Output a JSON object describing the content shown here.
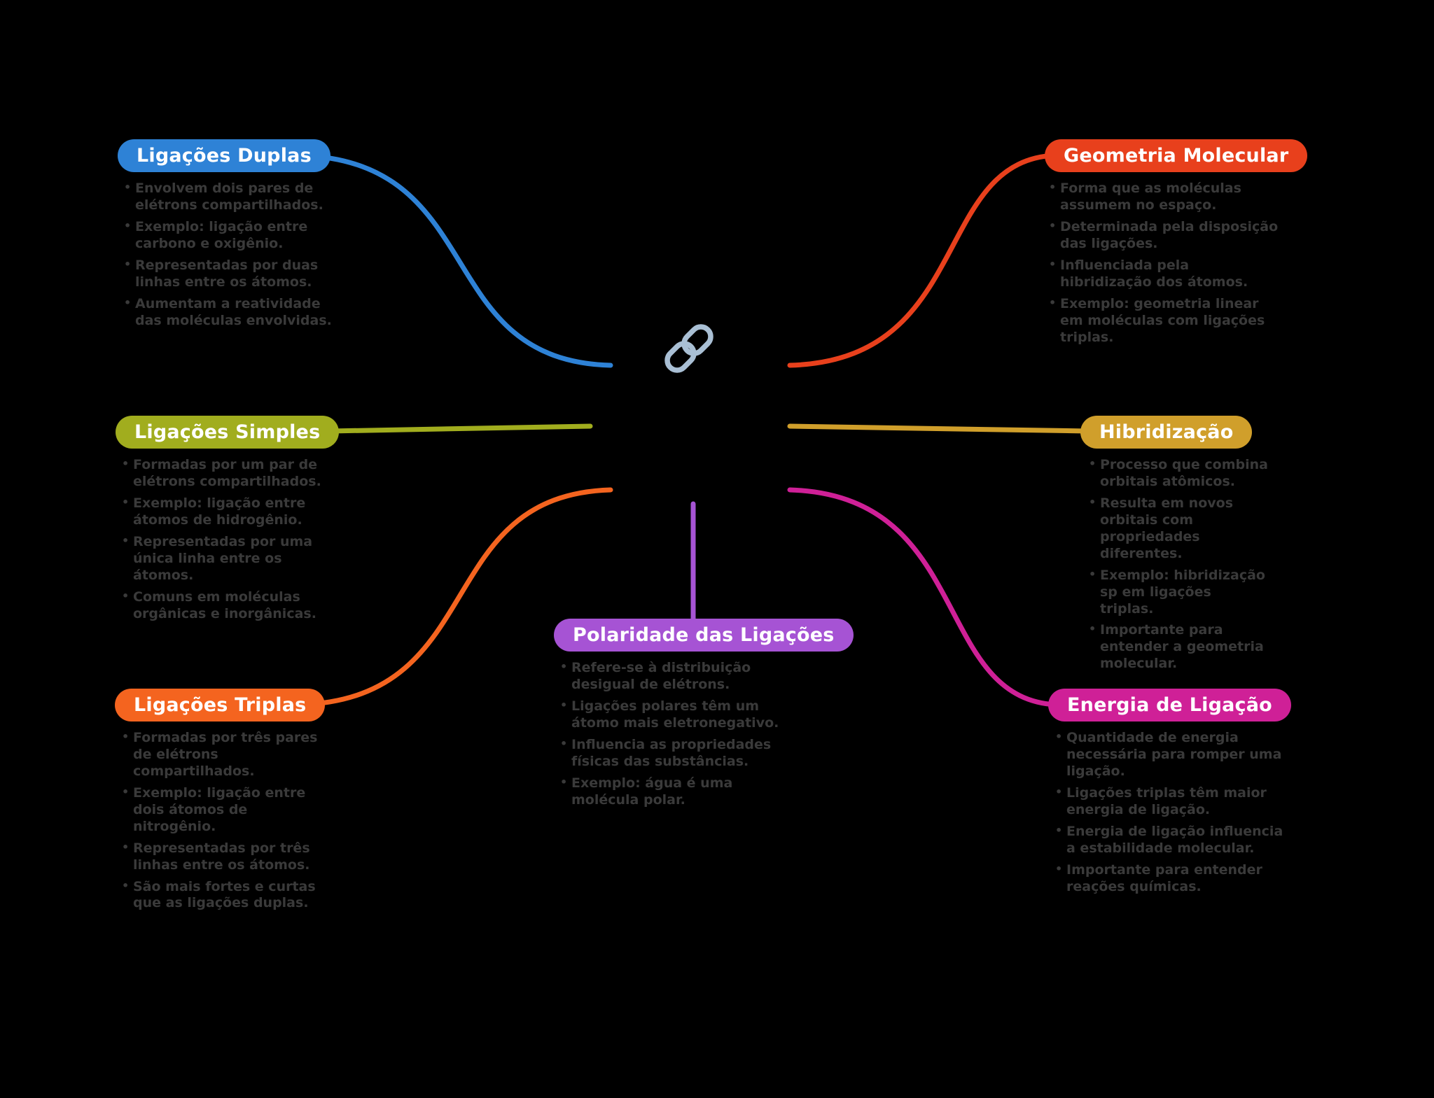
{
  "canvas": {
    "background": "#000000",
    "text_color": "#3a3a3a"
  },
  "center": {
    "icon": "chain-link-icon",
    "icon_color": "#a9bfd4"
  },
  "branches": {
    "duplas": {
      "title": "Ligações Duplas",
      "color": "#2e82d6",
      "bullets": [
        "Envolvem dois pares de elétrons compartilhados.",
        "Exemplo: ligação entre carbono e oxigênio.",
        "Representadas por duas linhas entre os átomos.",
        "Aumentam a reatividade das moléculas envolvidas."
      ]
    },
    "simples": {
      "title": "Ligações Simples",
      "color": "#a1ad1e",
      "bullets": [
        "Formadas por um par de elétrons compartilhados.",
        "Exemplo: ligação entre átomos de hidrogênio.",
        "Representadas por uma única linha entre os átomos.",
        "Comuns em moléculas orgânicas e inorgânicas."
      ]
    },
    "triplas": {
      "title": "Ligações Triplas",
      "color": "#f4641f",
      "bullets": [
        "Formadas por três pares de elétrons compartilhados.",
        "Exemplo: ligação entre dois átomos de nitrogênio.",
        "Representadas por três linhas entre os átomos.",
        "São mais fortes e curtas que as ligações duplas."
      ]
    },
    "geometria": {
      "title": "Geometria Molecular",
      "color": "#e8401c",
      "bullets": [
        "Forma que as moléculas assumem no espaço.",
        "Determinada pela disposição das ligações.",
        "Influenciada pela hibridização dos átomos.",
        "Exemplo: geometria linear em moléculas com ligações triplas."
      ]
    },
    "hibridizacao": {
      "title": "Hibridização",
      "color": "#d09f2b",
      "bullets": [
        "Processo que combina orbitais atômicos.",
        "Resulta em novos orbitais com propriedades diferentes.",
        "Exemplo: hibridização sp em ligações triplas.",
        "Importante para entender a geometria molecular."
      ]
    },
    "energia": {
      "title": "Energia de Ligação",
      "color": "#cf2097",
      "bullets": [
        "Quantidade de energia necessária para romper uma ligação.",
        "Ligações triplas têm maior energia de ligação.",
        "Energia de ligação influencia a estabilidade molecular.",
        "Importante para entender reações químicas."
      ]
    },
    "polaridade": {
      "title": "Polaridade das Ligações",
      "color": "#a653d4",
      "bullets": [
        "Refere-se à distribuição desigual de elétrons.",
        "Ligações polares têm um átomo mais eletronegativo.",
        "Influencia as propriedades físicas das substâncias.",
        "Exemplo: água é uma molécula polar."
      ]
    }
  }
}
